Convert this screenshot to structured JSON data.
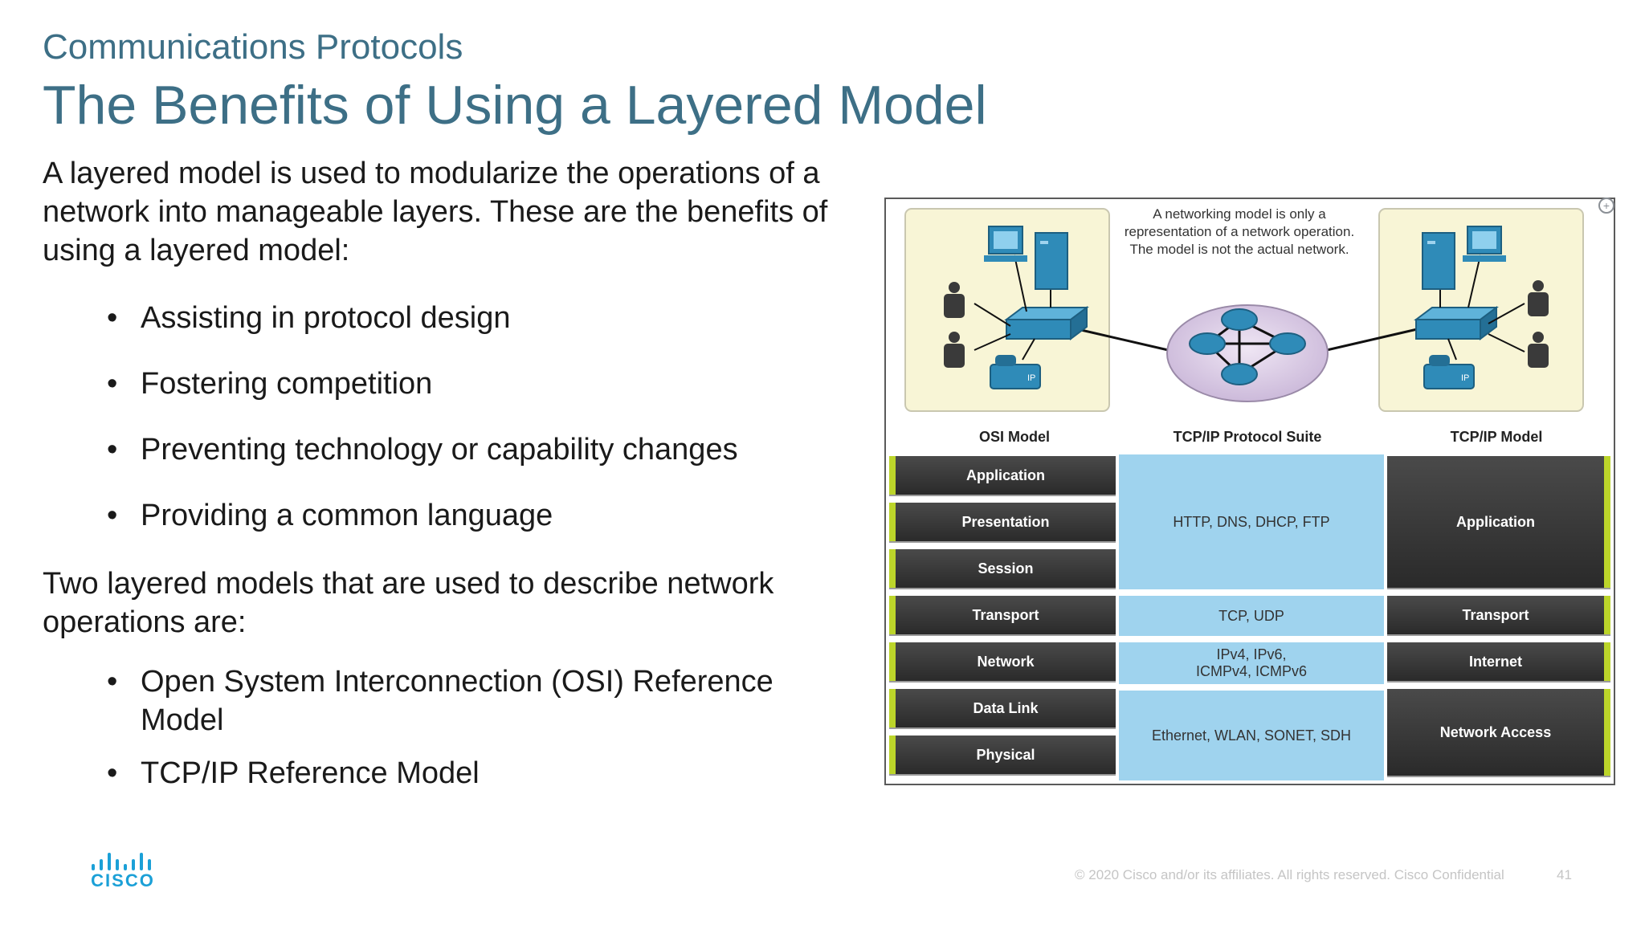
{
  "header": {
    "subtitle": "Communications Protocols",
    "title": "The Benefits of Using a Layered Model"
  },
  "body": {
    "intro": "A layered model is used to modularize the operations of a network into manageable layers. These are the benefits of using a layered model:",
    "benefits": [
      "Assisting in protocol design",
      "Fostering competition",
      "Preventing technology or capability changes",
      "Providing a common language"
    ],
    "intro2": "Two layered models that are used to describe network operations are:",
    "models": [
      "Open System Interconnection (OSI) Reference Model",
      "TCP/IP Reference Model"
    ]
  },
  "diagram": {
    "note": "A networking model is only a representation of a network operation. The model is not the actual network.",
    "osi_heading": "OSI Model",
    "suite_heading": "TCP/IP Protocol Suite",
    "tcpip_heading": "TCP/IP Model",
    "osi_layers": [
      "Application",
      "Presentation",
      "Session",
      "Transport",
      "Network",
      "Data Link",
      "Physical"
    ],
    "protocols": [
      "HTTP, DNS, DHCP, FTP",
      "TCP, UDP",
      "IPv4, IPv6,\nICMPv4, ICMPv6",
      "Ethernet, WLAN, SONET, SDH"
    ],
    "tcpip_layers": [
      "Application",
      "Transport",
      "Internet",
      "Network Access"
    ],
    "device_label": "IP"
  },
  "logo": {
    "text": "CISCO"
  },
  "footer": {
    "copyright": "© 2020  Cisco and/or its affiliates. All rights reserved.   Cisco Confidential",
    "page_number": "41"
  },
  "colors": {
    "title": "#3d6f86",
    "layer_bar": "#333333",
    "layer_accent": "#bcd52a",
    "protocol_fill": "#9fd3ee",
    "lan_panel": "#f8f5d6",
    "cloud": "#d9cbe4",
    "device": "#2f8bb8",
    "logo": "#1ba0d7"
  }
}
